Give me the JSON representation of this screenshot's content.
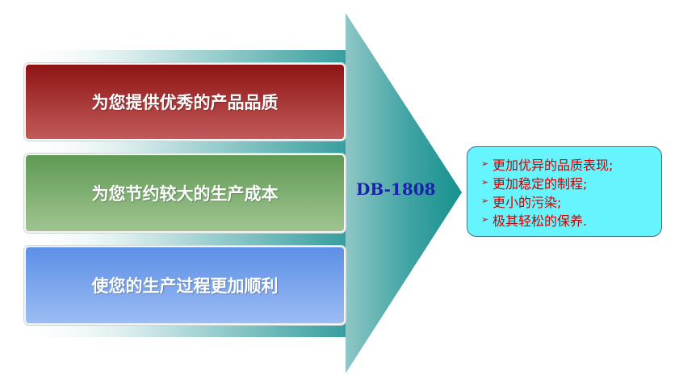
{
  "bars": [
    {
      "label": "为您提供优秀的产品品质"
    },
    {
      "label": "为您节约较大的生产成本"
    },
    {
      "label": "使您的生产过程更加顺利"
    }
  ],
  "product": {
    "label": "DB-1808"
  },
  "callout": {
    "items": [
      {
        "text": "更加优异的品质表现;"
      },
      {
        "text": "更加稳定的制程;"
      },
      {
        "text": "更小的污染;"
      },
      {
        "text": "极其轻松的保养."
      }
    ]
  },
  "colors": {
    "arrow": "#2a9898",
    "bar_red": "#a52a2a",
    "bar_green": "#7aab6c",
    "bar_blue": "#7aa6ee",
    "callout_fill": "#66f5ff",
    "callout_text": "#cc0000",
    "product_label": "#1a22a8"
  }
}
